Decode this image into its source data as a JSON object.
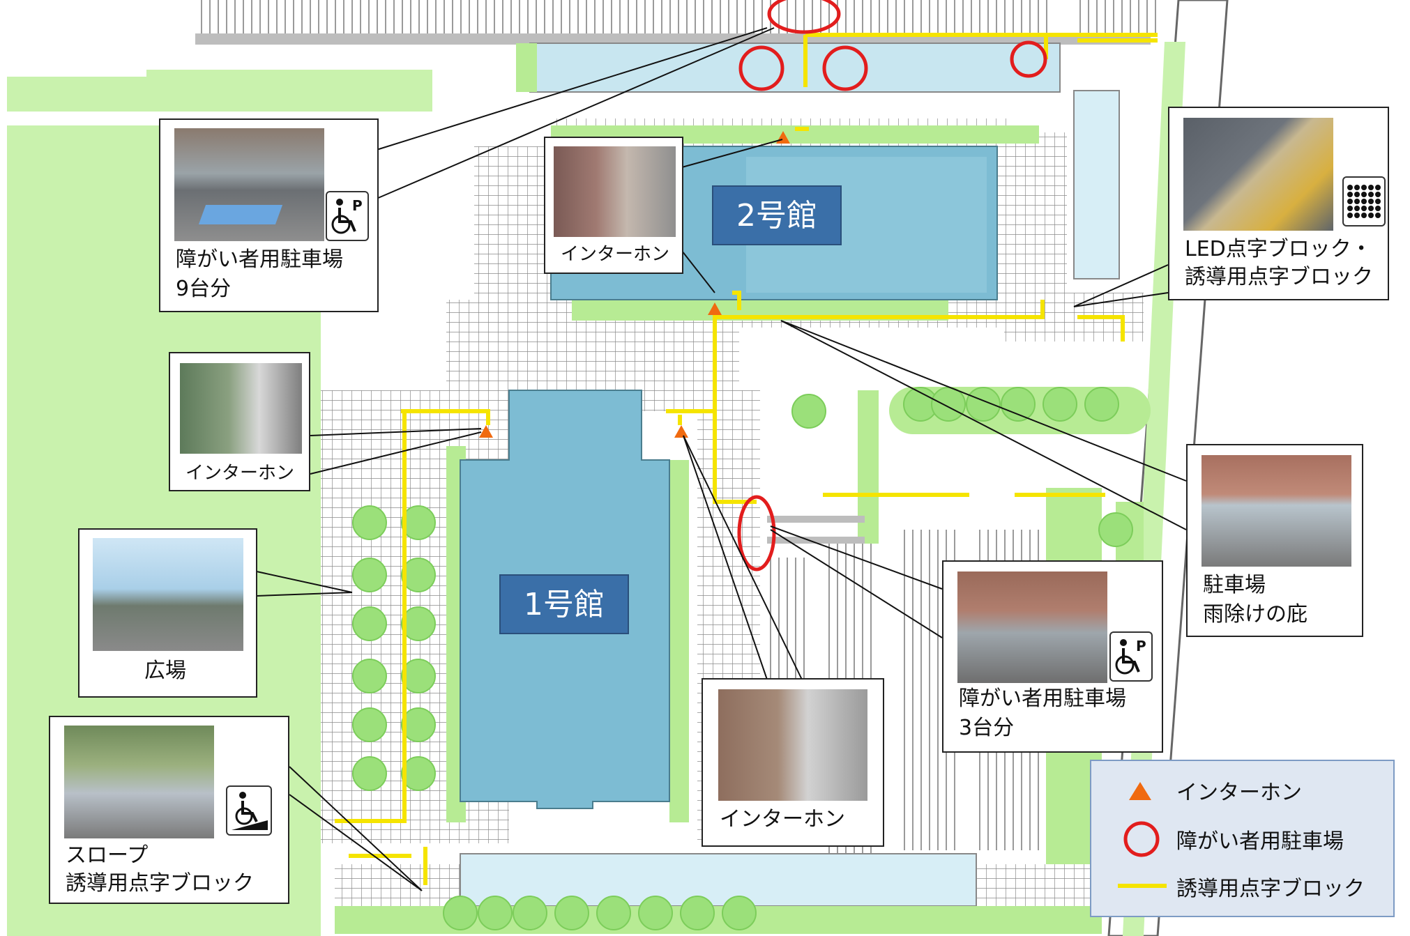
{
  "map": {
    "buildings": {
      "building1": "1号館",
      "building2": "2号館"
    },
    "colors": {
      "building": "#7dbcd3",
      "green": "#b7eb94",
      "tree": "#9be07a",
      "guide_block": "#f5e400",
      "intercom_marker": "#f06a10",
      "parking_circle": "#e21d1d",
      "legend_bg": "#dfe7f2"
    }
  },
  "callouts": {
    "parking_9": {
      "line1": "障がい者用駐車場",
      "line2": "9台分",
      "icon": "wheelchair-parking-icon"
    },
    "intercom_2": {
      "label": "インターホン"
    },
    "intercom_left": {
      "label": "インターホン"
    },
    "plaza": {
      "label": "広場"
    },
    "slope": {
      "line1": "スロープ",
      "line2": "誘導用点字ブロック",
      "icon": "wheelchair-slope-icon"
    },
    "intercom_bottom": {
      "label": "インターホン"
    },
    "parking_3": {
      "line1": "障がい者用駐車場",
      "line2": "3台分",
      "icon": "wheelchair-parking-icon"
    },
    "led_block": {
      "line1": "LED点字ブロック・",
      "line2": "誘導用点字ブロック",
      "icon": "braille-dots-icon"
    },
    "canopy": {
      "line1": "駐車場",
      "line2": "雨除けの庇"
    }
  },
  "legend": {
    "items": [
      {
        "symbol": "orange-triangle-icon",
        "label": "インターホン"
      },
      {
        "symbol": "red-circle-icon",
        "label": "障がい者用駐車場"
      },
      {
        "symbol": "yellow-line-icon",
        "label": "誘導用点字ブロック"
      }
    ]
  }
}
